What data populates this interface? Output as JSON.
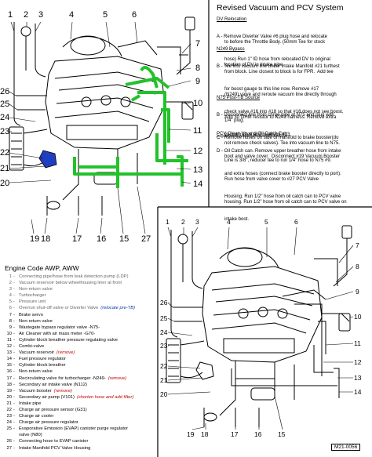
{
  "revision_title": "Revised Vacuum and PCV System",
  "sections": [
    {
      "title": "DV Relocation",
      "lines": [
        "A - Remove Diverter Valve #6 plug hose and relocate",
        "to before the Throttle Body. (50mm Tee for stock",
        "hose) Run 1\" ID hose from relocated DV to original",
        "location of DV in intake pipe."
      ]
    },
    {
      "title": "N249 Bypass",
      "lines": [
        "B - Tee into vacuum line under Intake Manifold #21 furthest",
        "from block. Line closest to block is for FPR.  Add tee",
        "for boost gauge to this line now. Remove #17",
        "(N249) valve and reroute vacuum line directly through",
        "check valve #16 into #18 so that #18 does not see boost.",
        "Add 30 OHM resistor to N249 harness. Remove extra",
        "vacuum lines and reservoir #13."
      ]
    },
    {
      "title": "N75 Post-TB Source",
      "lines": [
        "B - Disconnect line from chrge pipe at N75 and plug with",
        "1/4\" plug.",
        "C - Remove hoses on side of manifold to brake booster(do",
        "not remove check valves). Tee into vacuum line to N75.",
        "Line is 3/8\", reducer tee to run 1/4\" hose to N75 #9."
      ]
    },
    {
      "title": "PCV Clean Up and Oil Catch Can",
      "lines": [
        "D - Oil Catch can. Remove upper breather hose from intake",
        "boot and valve cover.  Disconnect #19 Vacuum Booster",
        "and extra hoses (connect brake booster directly to port).",
        "Run hose from valve cover to #27 PCV Valve",
        "Housing. Run 1/2\" hose from oil catch can to PCV valve",
        "housing. Run 1/2\" hose from oil catch can to PCV valve on",
        "intake boot."
      ]
    }
  ],
  "engine_code": "Engine Code AWP, AWW",
  "legend": [
    {
      "num": "1",
      "text": "Connecting pipe/hose from leak detection pump (LDP)",
      "note": "",
      "style": "gray"
    },
    {
      "num": "2",
      "text": "Vacuum reservoir below wheelhousing liner at front",
      "note": "",
      "style": "gray"
    },
    {
      "num": "3",
      "text": "Non-return valve",
      "note": "",
      "style": "gray"
    },
    {
      "num": "4",
      "text": "Turbocharger",
      "note": "",
      "style": "gray"
    },
    {
      "num": "5",
      "text": "Pressure unit",
      "note": "",
      "style": "gray"
    },
    {
      "num": "6",
      "text": "Overrun shut-off valve or Diverter Valve",
      "note": "(relocate pre-TB)",
      "style": "gray"
    },
    {
      "num": "7",
      "text": "Brake servo",
      "note": "",
      "style": ""
    },
    {
      "num": "8",
      "text": "Non-return valve",
      "note": "",
      "style": ""
    },
    {
      "num": "9",
      "text": "Wastegate bypass regulator valve -N75-",
      "note": "",
      "style": ""
    },
    {
      "num": "10",
      "text": "Air Cleaner with air mass meter -G70-",
      "note": "",
      "style": ""
    },
    {
      "num": "11",
      "text": "Cylinder block breather pressure regulating valve",
      "note": "",
      "style": ""
    },
    {
      "num": "12",
      "text": "Combi-valve",
      "note": "",
      "style": ""
    },
    {
      "num": "13",
      "text": "Vacuum reservoir",
      "note": "(remove)",
      "style": ""
    },
    {
      "num": "14",
      "text": "Fuel pressure regulator",
      "note": "",
      "style": ""
    },
    {
      "num": "15",
      "text": "Cylinder block breather",
      "note": "",
      "style": ""
    },
    {
      "num": "16",
      "text": "Non-return valve",
      "note": "",
      "style": ""
    },
    {
      "num": "17",
      "text": "Recirculating valve for turbocharger -N249-",
      "note": "(remove)",
      "style": ""
    },
    {
      "num": "18",
      "text": "Secondary air intake valve (N112)",
      "note": "",
      "style": ""
    },
    {
      "num": "19",
      "text": "Vacuum booster",
      "note": "(remove)",
      "style": ""
    },
    {
      "num": "20",
      "text": "Secondary air pump (V101)",
      "note": "(shorten hose and add filter)",
      "style": ""
    },
    {
      "num": "21",
      "text": "Intake pipe",
      "note": "",
      "style": ""
    },
    {
      "num": "22",
      "text": "Charge air pressure sensor (G31)",
      "note": "",
      "style": ""
    },
    {
      "num": "23",
      "text": "Charge air cooler",
      "note": "",
      "style": ""
    },
    {
      "num": "24",
      "text": "Charge air pressure regulator",
      "note": "",
      "style": ""
    },
    {
      "num": "25",
      "text": "Evaporative Emission (EVAP) canister purge regulator",
      "note": "",
      "style": ""
    },
    {
      "num": "",
      "text": "valve (N80)",
      "note": "",
      "style": ""
    },
    {
      "num": "26",
      "text": "Connecting hose to EVAP canister",
      "note": "",
      "style": ""
    },
    {
      "num": "27",
      "text": "Intake Manifold PCV Valve Housing",
      "note": "",
      "style": ""
    }
  ],
  "diagram_refs": {
    "top": {
      "top_row": [
        "1",
        "2",
        "3",
        "4",
        "5",
        "6"
      ],
      "left": [
        "26",
        "25",
        "24",
        "23",
        "22",
        "21",
        "20"
      ],
      "right": [
        "7",
        "8",
        "9",
        "10",
        "11",
        "12",
        "13",
        "14"
      ],
      "bottom": [
        "19",
        "18",
        "17",
        "16",
        "15",
        "27"
      ]
    },
    "bottom": {
      "top_row": [
        "1",
        "2",
        "3",
        "4",
        "5",
        "6"
      ],
      "left": [
        "26",
        "25",
        "24",
        "23",
        "22",
        "21",
        "20"
      ],
      "right": [
        "7",
        "8",
        "9",
        "10",
        "11",
        "12",
        "13",
        "14"
      ],
      "bottom": [
        "19",
        "18",
        "17",
        "16",
        "15"
      ]
    }
  },
  "figure_ref": "M21-0056",
  "colors": {
    "modified_line": "#22c22a",
    "highlight_part": "#1f3fc0",
    "note_red": "#c00000",
    "note_blue": "#0b3aa8"
  }
}
